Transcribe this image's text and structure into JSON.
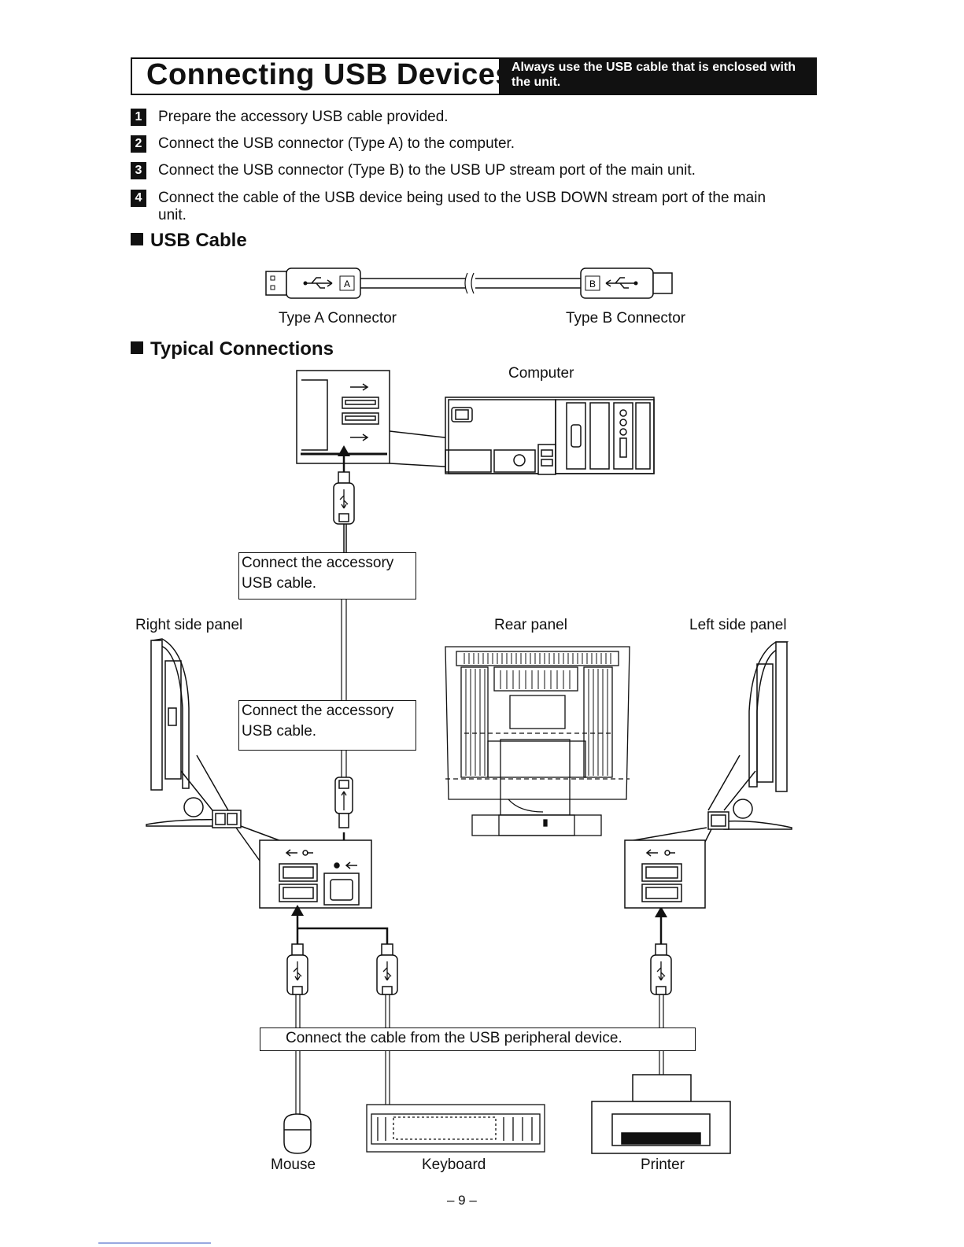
{
  "title": "Connecting USB Devices",
  "title_note": "Always use the USB cable that is enclosed with the unit.",
  "steps": [
    {
      "num": "1",
      "text": "Prepare the accessory USB cable provided."
    },
    {
      "num": "2",
      "text": "Connect the USB connector (Type A) to the computer."
    },
    {
      "num": "3",
      "text": "Connect the USB connector (Type B) to the USB UP stream port of the main unit."
    },
    {
      "num": "4",
      "text": "Connect the cable of the USB device being used to the USB DOWN stream port of the main unit."
    }
  ],
  "usb_cable": {
    "heading": "USB Cable",
    "type_a_label": "Type A Connector",
    "type_b_label": "Type B Connector",
    "type_a_mark": "A",
    "type_b_mark": "B"
  },
  "typical": {
    "heading": "Typical Connections",
    "computer_label": "Computer",
    "callout_top": "Connect the accessory USB cable.",
    "callout_mid": "Connect the accessory USB cable.",
    "right_side_label": "Right side panel",
    "rear_panel_label": "Rear panel",
    "left_side_label": "Left side panel",
    "callout_bottom": "Connect the cable from the USB peripheral device.",
    "mouse_label": "Mouse",
    "keyboard_label": "Keyboard",
    "printer_label": "Printer"
  },
  "page_number": "– 9 –"
}
